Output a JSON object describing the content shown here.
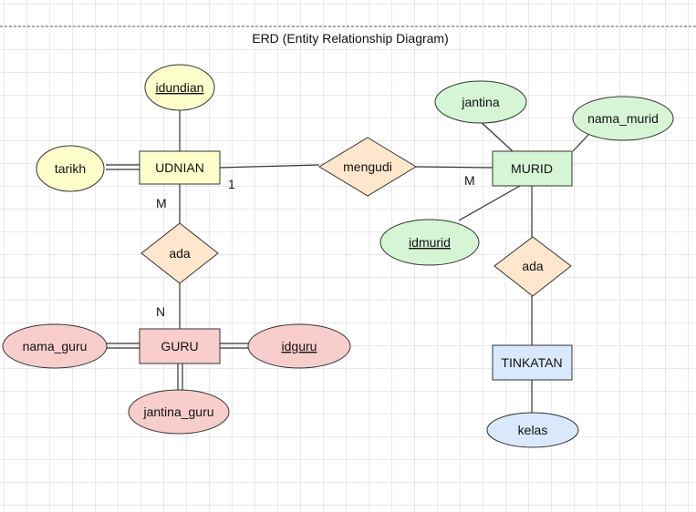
{
  "title": "ERD (Entity Relationship Diagram)",
  "colors": {
    "yellow_fill": "#ffffcc",
    "yellow_stroke": "#333333",
    "orange_fill": "#ffe6cc",
    "green_fill": "#d5f5d5",
    "red_fill": "#f8cecc",
    "blue_fill": "#dae8fc",
    "grid": "#d4d4d4"
  },
  "entities": {
    "udnian": "UDNIAN",
    "murid": "MURID",
    "guru": "GURU",
    "tinkatan": "TINKATAN"
  },
  "relationships": {
    "mengudi": "mengudi",
    "ada_guru": "ada",
    "ada_tinkatan": "ada"
  },
  "attributes": {
    "idundian": "idundian",
    "tarikh": "tarikh",
    "jantina": "jantina",
    "nama_murid": "nama_murid",
    "idmurid": "idmurid",
    "nama_guru": "nama_guru",
    "idguru": "idguru",
    "jantina_guru": "jantina_guru",
    "kelas": "kelas"
  },
  "cardinalities": {
    "udnian_mengudi": "1",
    "murid_mengudi": "M",
    "udnian_ada": "M",
    "guru_ada": "N"
  }
}
